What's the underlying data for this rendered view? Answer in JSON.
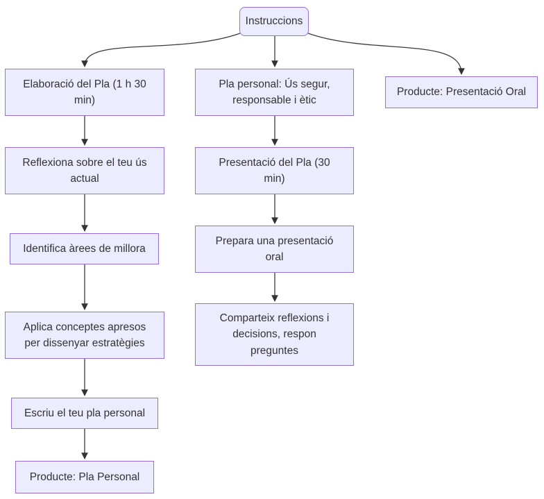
{
  "diagram": {
    "type": "flowchart",
    "direction": "top-down",
    "colors": {
      "node_fill": "#ECECFF",
      "node_border": "#9370DB",
      "edge_stroke": "#333333",
      "text": "#333333",
      "background": "#FFFFFF"
    },
    "nodes": [
      {
        "id": "instruccions",
        "shape": "rounded",
        "label": "Instruccions"
      },
      {
        "id": "elaboracio-pla",
        "shape": "rect",
        "label": "Elaboració del Pla (1 h 30\nmin)"
      },
      {
        "id": "reflexiona",
        "shape": "rect",
        "label": "Reflexiona sobre el teu ús\nactual"
      },
      {
        "id": "identifica",
        "shape": "rect",
        "label": "Identifica àrees de millora"
      },
      {
        "id": "aplica",
        "shape": "rect",
        "label": "Aplica conceptes apresos\nper dissenyar estratègies"
      },
      {
        "id": "escriu",
        "shape": "rect",
        "label": "Escriu el teu pla personal"
      },
      {
        "id": "producte-pla",
        "shape": "rect",
        "label": "Producte: Pla Personal"
      },
      {
        "id": "pla-personal",
        "shape": "rect",
        "label": "Pla personal: Ús segur,\nresponsable i ètic"
      },
      {
        "id": "presentacio-pla",
        "shape": "rect",
        "label": "Presentació del Pla (30\nmin)"
      },
      {
        "id": "prepara",
        "shape": "rect",
        "label": "Prepara una presentació\noral"
      },
      {
        "id": "comparteix",
        "shape": "rect",
        "label": "Comparteix reflexions i\ndecisions, respon\npreguntes"
      },
      {
        "id": "producte-oral",
        "shape": "rect",
        "label": "Producte: Presentació Oral"
      }
    ],
    "edges": [
      {
        "from": "instruccions",
        "to": "elaboracio-pla"
      },
      {
        "from": "instruccions",
        "to": "pla-personal"
      },
      {
        "from": "instruccions",
        "to": "producte-oral"
      },
      {
        "from": "elaboracio-pla",
        "to": "reflexiona"
      },
      {
        "from": "reflexiona",
        "to": "identifica"
      },
      {
        "from": "identifica",
        "to": "aplica"
      },
      {
        "from": "aplica",
        "to": "escriu"
      },
      {
        "from": "escriu",
        "to": "producte-pla"
      },
      {
        "from": "pla-personal",
        "to": "presentacio-pla"
      },
      {
        "from": "presentacio-pla",
        "to": "prepara"
      },
      {
        "from": "prepara",
        "to": "comparteix"
      }
    ]
  }
}
